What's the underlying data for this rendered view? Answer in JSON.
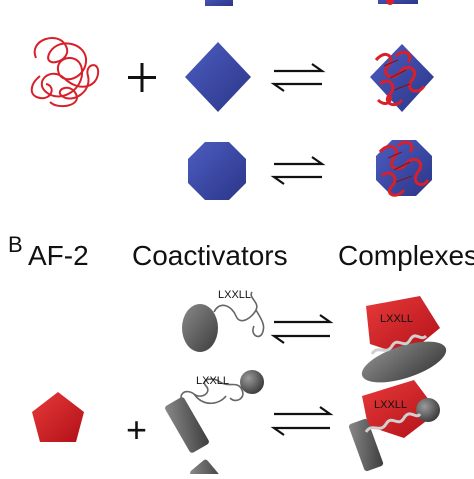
{
  "panel_b": {
    "letter": "B",
    "headers": {
      "af2": "AF-2",
      "coactivators": "Coactivators",
      "complexes": "Complexes"
    },
    "motif": "LXXLL"
  },
  "symbols": {
    "plus": "+"
  },
  "colors": {
    "red": "#d8202a",
    "blue": "#3b4aa8",
    "gray": "#5c5c5c"
  }
}
